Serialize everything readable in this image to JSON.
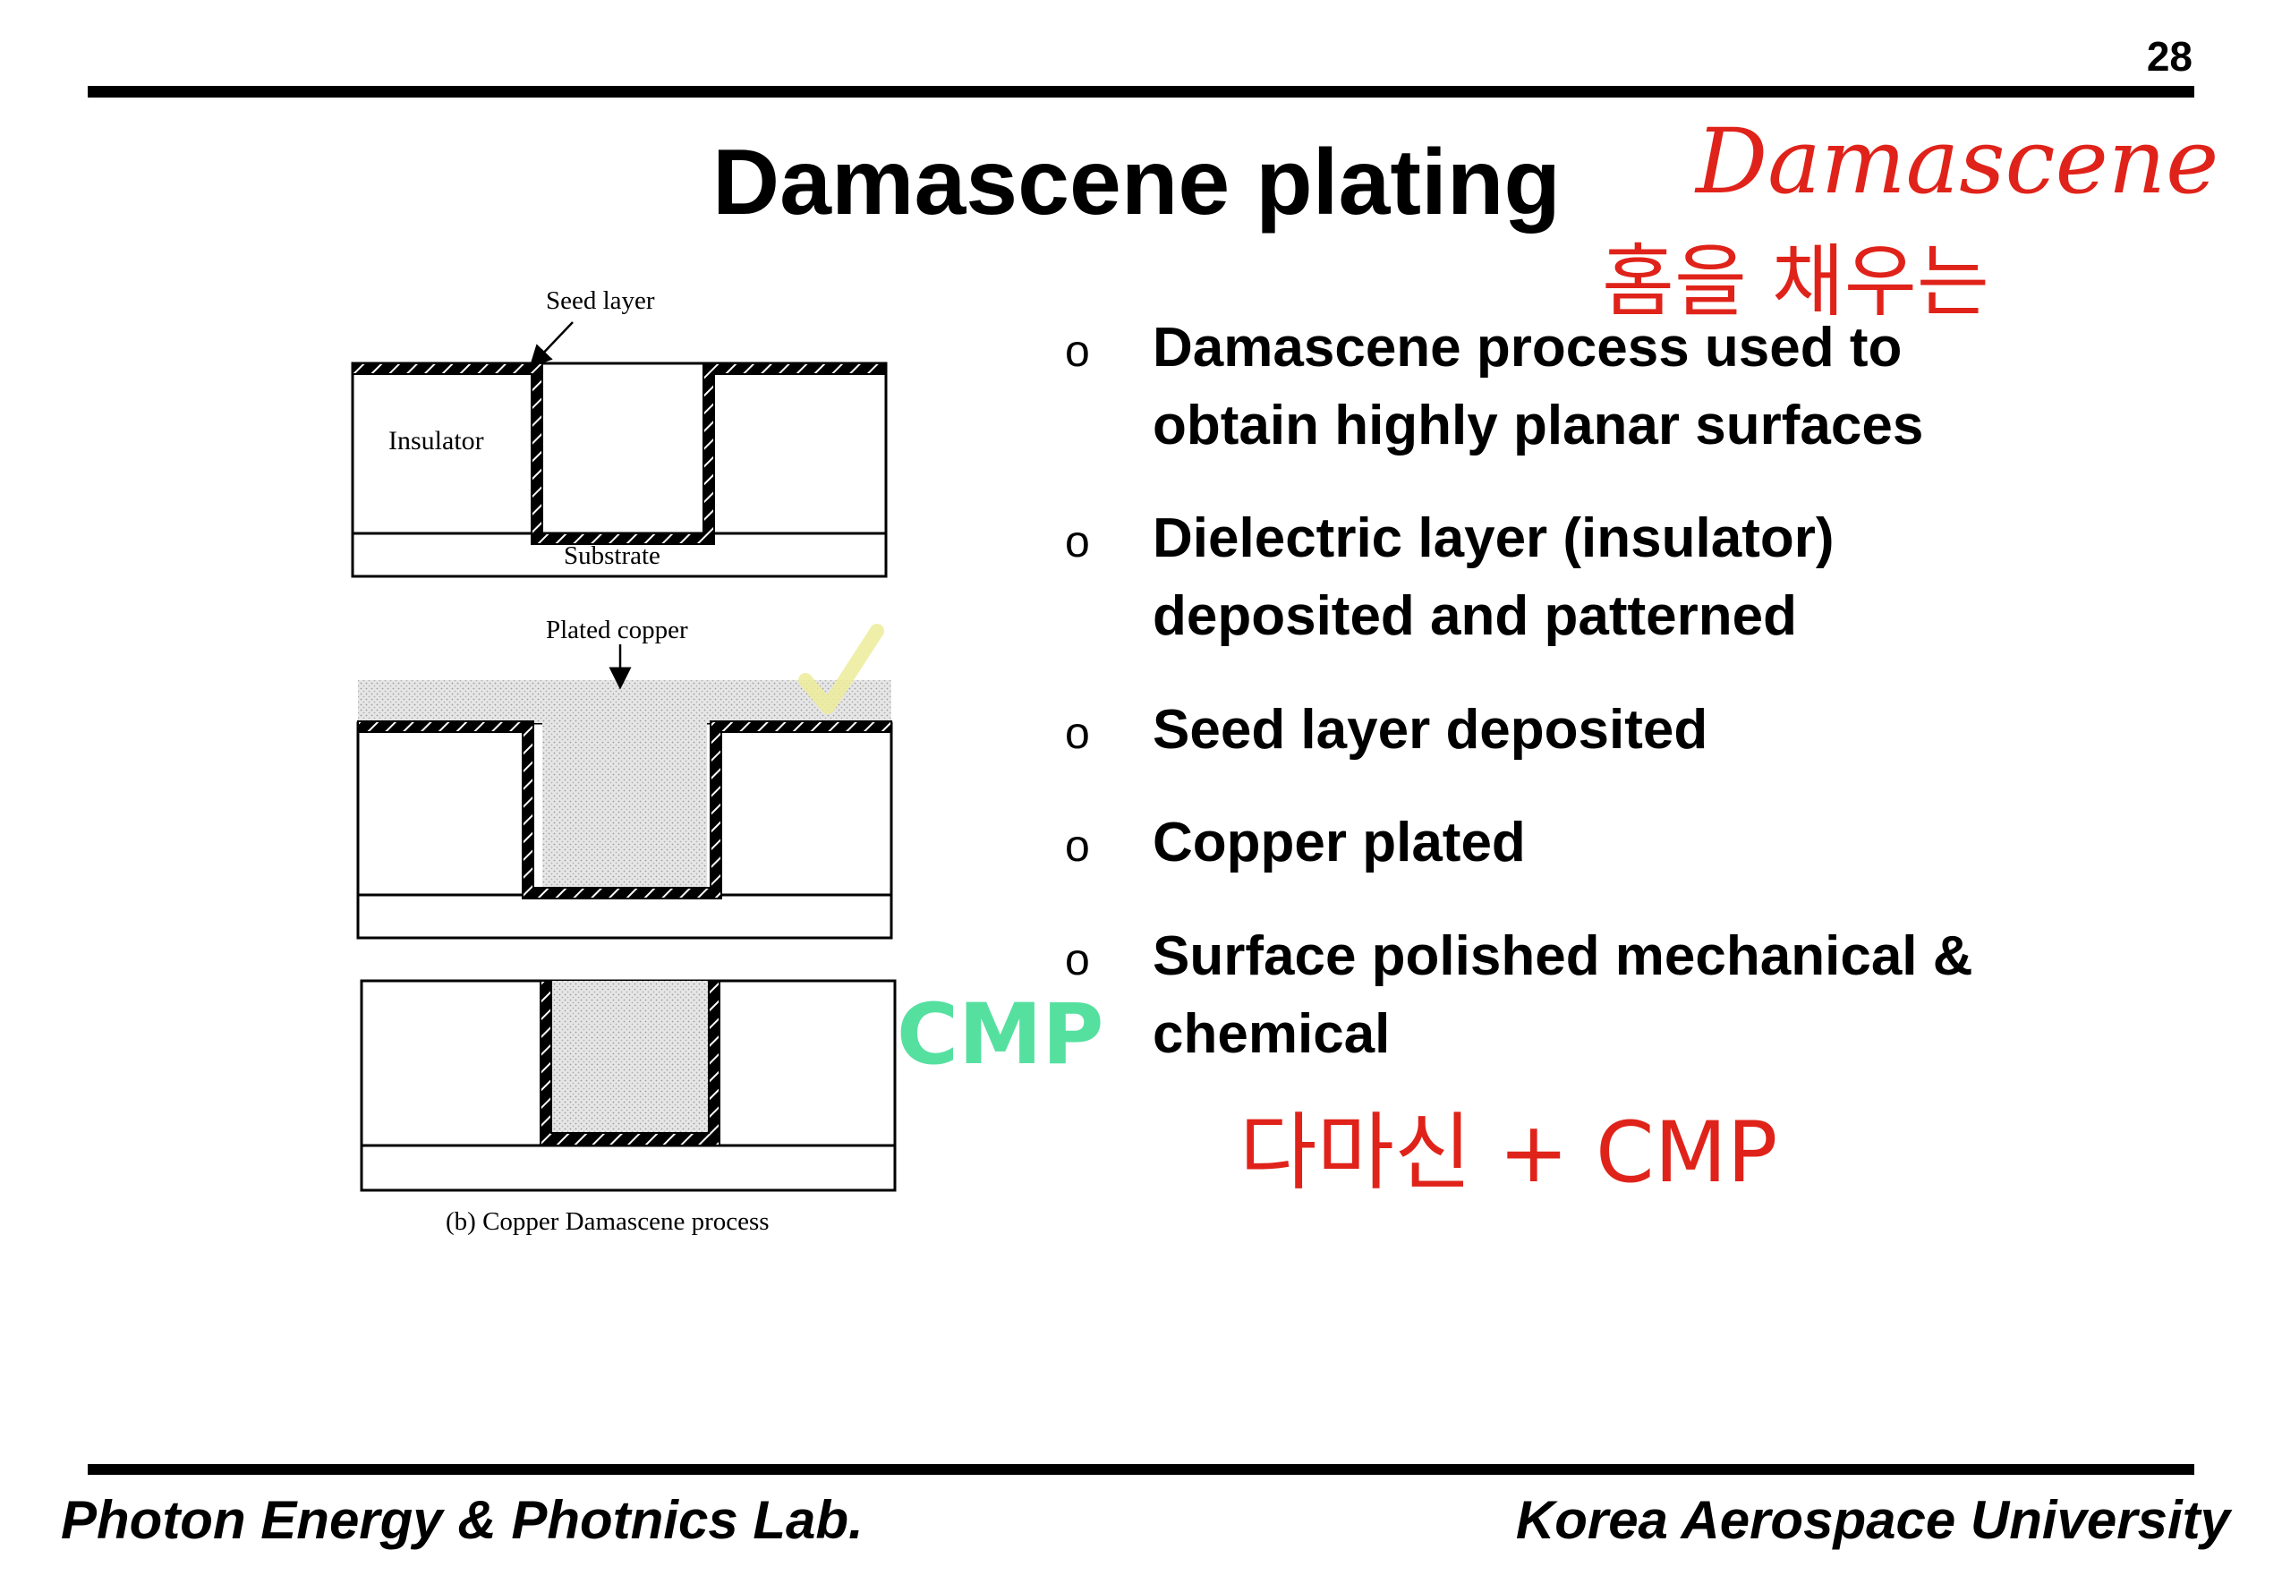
{
  "page_number": "28",
  "title": "Damascene plating",
  "bullets": [
    {
      "marker": "o",
      "text": "Damascene process used to obtain highly planar surfaces"
    },
    {
      "marker": "o",
      "text": "Dielectric layer (insulator) deposited and patterned"
    },
    {
      "marker": "o",
      "text": "Seed layer deposited"
    },
    {
      "marker": "o",
      "text": "Copper plated"
    },
    {
      "marker": "o",
      "text": "Surface polished mechanical & chemical"
    }
  ],
  "figure": {
    "labels": {
      "seed_layer": "Seed layer",
      "insulator": "Insulator",
      "substrate": "Substrate",
      "plated_copper": "Plated copper",
      "caption": "(b) Copper Damascene process"
    }
  },
  "annotations": {
    "damascene_word": "Damascene",
    "korean_groove": "홈을 채우는",
    "cmp": "CMP",
    "damascene_plus_cmp": "다마신 + CMP",
    "colors": {
      "red": "#e0231a",
      "green": "#55e0a0",
      "yellow": "#ecec9a"
    }
  },
  "footer": {
    "left": "Photon Energy & Photnics Lab.",
    "right": "Korea Aerospace University"
  }
}
